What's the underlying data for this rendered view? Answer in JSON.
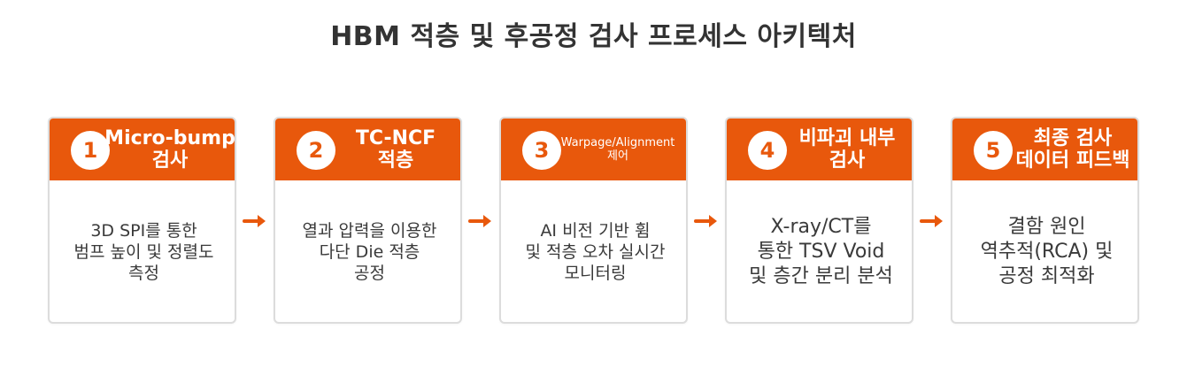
{
  "title": "HBM 적층 및 후공정 검사 프로세스 아키텍처",
  "colors": {
    "accent": "#e8580c",
    "card_border": "#dcdcdc",
    "text": "#333333"
  },
  "steps": [
    {
      "number": "1",
      "title": "Micro-bump\n검사",
      "body": "3D SPI를 통한\n범프 높이 및 정렬도\n측정"
    },
    {
      "number": "2",
      "title": "TC-NCF\n적층",
      "body": "열과 압력을 이용한\n다단 Die 적층\n공정"
    },
    {
      "number": "3",
      "title": "Warpage/Alignment\n제어",
      "body": "AI 비전 기반 휨\n및 적층 오차 실시간\n모니터링"
    },
    {
      "number": "4",
      "title": "비파괴 내부\n검사",
      "body": "X-ray/CT를\n통한 TSV Void\n및 층간 분리 분석"
    },
    {
      "number": "5",
      "title": "최종 검사\n데이터 피드백",
      "body": "결함 원인\n역추적(RCA) 및\n공정 최적화"
    }
  ],
  "icons": {
    "arrow": "arrow-right-icon"
  }
}
